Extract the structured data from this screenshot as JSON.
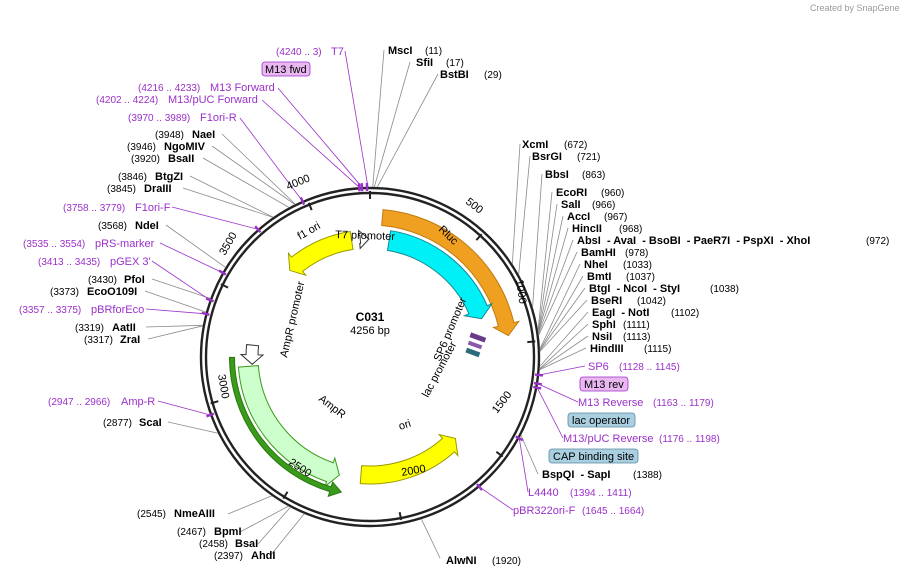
{
  "credit": "Created by SnapGene",
  "plasmid": {
    "name": "C031",
    "size_label": "4256 bp",
    "length": 4256
  },
  "ticks": [
    "500",
    "1000",
    "1500",
    "2000",
    "2500",
    "3000",
    "3500",
    "4000"
  ],
  "sites": [
    {
      "name": "MscI",
      "pos": "(11)"
    },
    {
      "name": "SfiI",
      "pos": "(17)"
    },
    {
      "name": "BstBI",
      "pos": "(29)"
    },
    {
      "name": "XcmI",
      "pos": "(672)"
    },
    {
      "name": "BsrGI",
      "pos": "(721)"
    },
    {
      "name": "BbsI",
      "pos": "(863)"
    },
    {
      "name": "EcoRI",
      "pos": "(960)"
    },
    {
      "name": "SalI",
      "pos": "(966)"
    },
    {
      "name": "AccI",
      "pos": "(967)"
    },
    {
      "name": "HincII",
      "pos": "(968)"
    },
    {
      "name": "AbsI  - AvaI  - BsoBI  - PaeR7I  - PspXI  - XhoI",
      "pos": "(972)"
    },
    {
      "name": "BamHI",
      "pos": "(978)"
    },
    {
      "name": "NheI",
      "pos": "(1033)"
    },
    {
      "name": "BmtI",
      "pos": "(1037)"
    },
    {
      "name": "BtgI  - NcoI  - StyI",
      "pos": "(1038)"
    },
    {
      "name": "BseRI",
      "pos": "(1042)"
    },
    {
      "name": "EagI  - NotI",
      "pos": "(1102)"
    },
    {
      "name": "SphI",
      "pos": "(1111)"
    },
    {
      "name": "NsiI",
      "pos": "(1113)"
    },
    {
      "name": "HindIII",
      "pos": "(1115)"
    },
    {
      "name": "BspQI  - SapI",
      "pos": "(1388)"
    },
    {
      "name": "AlwNI",
      "pos": "(1920)"
    },
    {
      "name": "AhdI",
      "pos": "(2397)"
    },
    {
      "name": "BsaI",
      "pos": "(2458)"
    },
    {
      "name": "BpmI",
      "pos": "(2467)"
    },
    {
      "name": "NmeAIII",
      "pos": "(2545)"
    },
    {
      "name": "ScaI",
      "pos": "(2877)"
    },
    {
      "name": "ZraI",
      "pos": "(3317)"
    },
    {
      "name": "AatII",
      "pos": "(3319)"
    },
    {
      "name": "EcoO109I",
      "pos": "(3373)"
    },
    {
      "name": "PfoI",
      "pos": "(3430)"
    },
    {
      "name": "NdeI",
      "pos": "(3568)"
    },
    {
      "name": "DraIII",
      "pos": "(3845)"
    },
    {
      "name": "BtgZI",
      "pos": "(3846)"
    },
    {
      "name": "BsaII",
      "pos": "(3920)"
    },
    {
      "name": "NgoMIV",
      "pos": "(3946)"
    },
    {
      "name": "NaeI",
      "pos": "(3948)"
    }
  ],
  "primers": [
    {
      "range": "(4240 .. 3)",
      "name": "T7"
    },
    {
      "range": "(4216 .. 4233)",
      "name": "M13 Forward"
    },
    {
      "range": "(4202 .. 4224)",
      "name": "M13/pUC Forward"
    },
    {
      "range": "(3970 .. 3989)",
      "name": "F1ori-R"
    },
    {
      "range": "(3758 .. 3779)",
      "name": "F1ori-F"
    },
    {
      "range": "(3535 .. 3554)",
      "name": "pRS-marker"
    },
    {
      "range": "(3413 .. 3435)",
      "name": "pGEX 3'"
    },
    {
      "range": "(3357 .. 3375)",
      "name": "pBRforEco"
    },
    {
      "range": "(2947 .. 2966)",
      "name": "Amp-R"
    },
    {
      "range": "(1128 .. 1145)",
      "name": "SP6"
    },
    {
      "range": "(1163 .. 1179)",
      "name": "M13 Reverse"
    },
    {
      "range": "(1176 .. 1198)",
      "name": "M13/pUC Reverse"
    },
    {
      "range": "(1394 .. 1411)",
      "name": "L4440"
    },
    {
      "range": "(1645 .. 1664)",
      "name": "pBR322ori-F"
    }
  ],
  "boxes": [
    {
      "text": "M13 fwd",
      "fill": "#e9b8f0",
      "stroke": "#9b30c8"
    },
    {
      "text": "M13 rev",
      "fill": "#e9b8f0",
      "stroke": "#9b30c8"
    },
    {
      "text": "lac operator",
      "fill": "#a9cfe0",
      "stroke": "#5a8aa0"
    },
    {
      "text": "CAP binding site",
      "fill": "#a9cfe0",
      "stroke": "#5a8aa0"
    }
  ],
  "features": [
    {
      "name": "T7 promoter",
      "color": "#ffffff"
    },
    {
      "name": "Rluc",
      "color": "#00f0f8"
    },
    {
      "name": "SP6 promoter",
      "color": "#ffffff"
    },
    {
      "name": "lac promoter",
      "color": "#ffffff"
    },
    {
      "name": "ori",
      "color": "#ffff00"
    },
    {
      "name": "AmpR",
      "color": "#ccffcc"
    },
    {
      "name": "AmpR promoter",
      "color": "#ffffff"
    },
    {
      "name": "f1 ori",
      "color": "#ffff00"
    }
  ],
  "colors": {
    "backbone": "#222222",
    "primer": "#9b30c8",
    "orange_orf": "#f0a020",
    "green_orf": "#3a9a1a"
  }
}
